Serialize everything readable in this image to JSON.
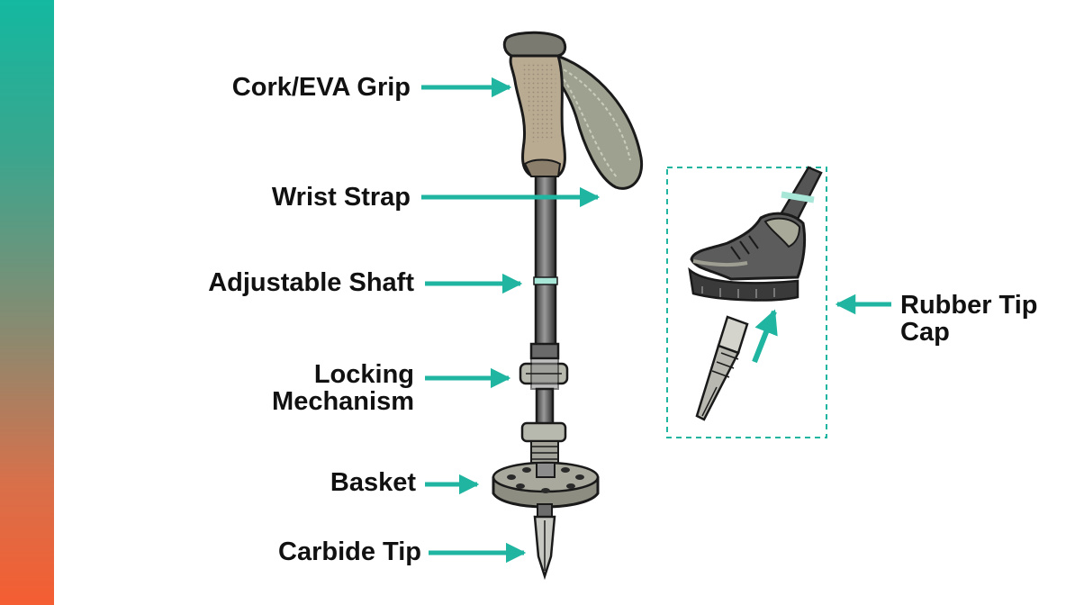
{
  "labels": {
    "grip": "Cork/EVA Grip",
    "strap": "Wrist Strap",
    "shaft": "Adjustable Shaft",
    "locking_line1": "Locking",
    "locking_line2": "Mechanism",
    "basket": "Basket",
    "carbide": "Carbide Tip",
    "rubber_line1": "Rubber Tip",
    "rubber_line2": "Cap"
  },
  "colors": {
    "accent": "#1fb5a0",
    "sidebar_top": "#14b8a0",
    "sidebar_bottom": "#f55d32",
    "text": "#111111"
  },
  "icons": {
    "pole": "trekking-pole-icon",
    "boot": "hiking-boot-icon",
    "rubber_cap": "rubber-tip-cap-icon"
  }
}
